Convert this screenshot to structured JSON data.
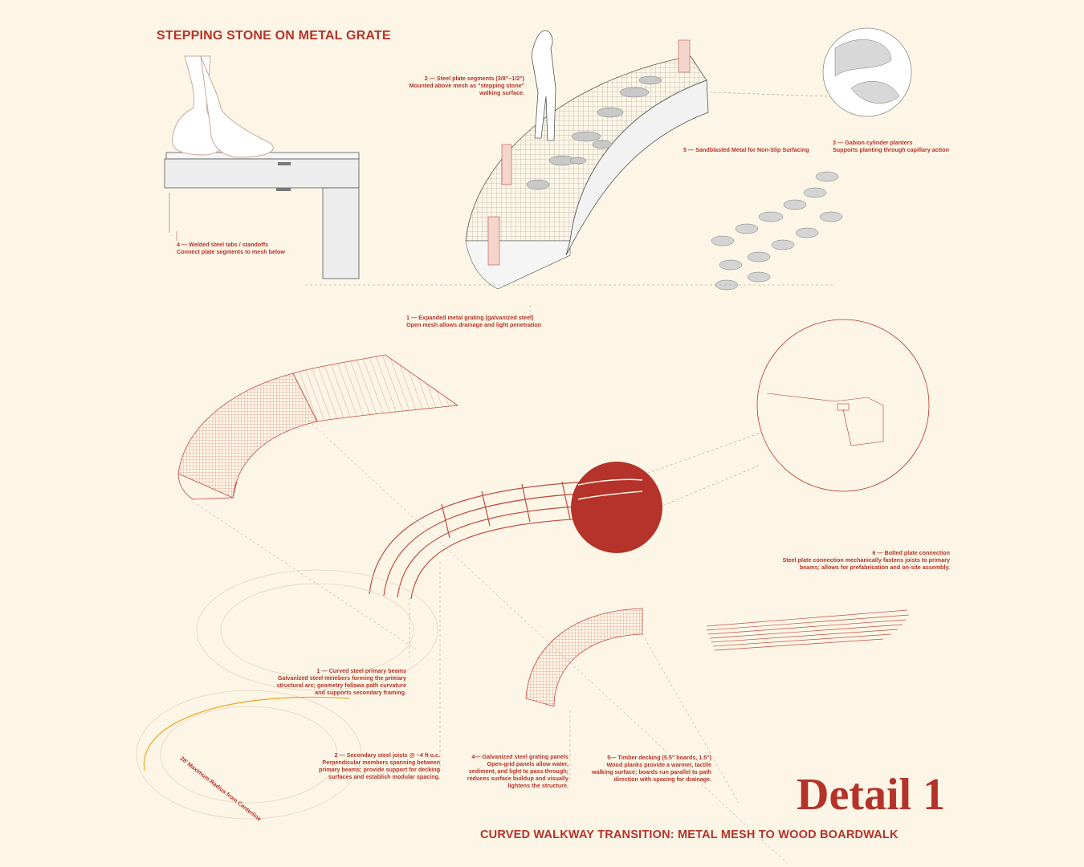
{
  "header": {
    "title": "STEPPING STONE ON METAL GRATE"
  },
  "notes": {
    "welded_tabs": {
      "h": "4 — Welded steel tabs / standoffs",
      "b": "Connect plate segments to mesh below"
    },
    "steel_plate": {
      "h": "2 — Steel plate segments (3/8\"–1/2\")",
      "b": "Mounted above mesh as \"stepping stone\"\nwalking surface."
    },
    "sandblasted": {
      "h": "5 — Sandblasted Metal for Non-Slip Surfacing",
      "b": ""
    },
    "gabion": {
      "h": "3 — Gabion cylinder planters",
      "b": "Supports planting through capillary action"
    },
    "expanded": {
      "h": "1 — Expanded metal grating (galvanized steel)",
      "b": "Open mesh allows drainage and light penetration"
    },
    "bolted": {
      "h": "6 — Bolted plate connection",
      "b": "Steel plate connection mechanically fastens joists to primary\nbeams; allows for prefabrication and on-site assembly."
    },
    "primary_beams": {
      "h": "1 — Curved steel primary beams",
      "b": "Galvanized steel members forming the primary\nstructural arc; geometry follows path curvature\nand supports secondary framing."
    },
    "secondary_joists": {
      "h": "2 — Secondary steel joists @ ~4 ft o.c.",
      "b": "Perpendicular members spanning between\nprimary beams; provide support for decking\nsurfaces and establish modular spacing."
    },
    "grating_panels": {
      "h": "4— Galvanized steel grating panels",
      "b": "Open-grid panels allow water,\nsediment, and light to pass through;\nreduces surface buildup and visually\nlightens the structure."
    },
    "timber": {
      "h": "5— Timber decking (5.5\" boards, 1.5\")",
      "b": "Wood planks provide a warmer, tactile\nwalking surface; boards run parallel to path\ndirection with spacing for drainage."
    }
  },
  "radius_label": "28' Maximum Radius from Centerline",
  "footer": {
    "detail": "Detail 1",
    "subtitle": "CURVED WALKWAY TRANSITION: METAL MESH TO WOOD BOARDWALK"
  },
  "colors": {
    "accent": "#b5332a",
    "background": "#fdf6e6",
    "line": "#6b6b6b",
    "arc": "#e8a820"
  }
}
